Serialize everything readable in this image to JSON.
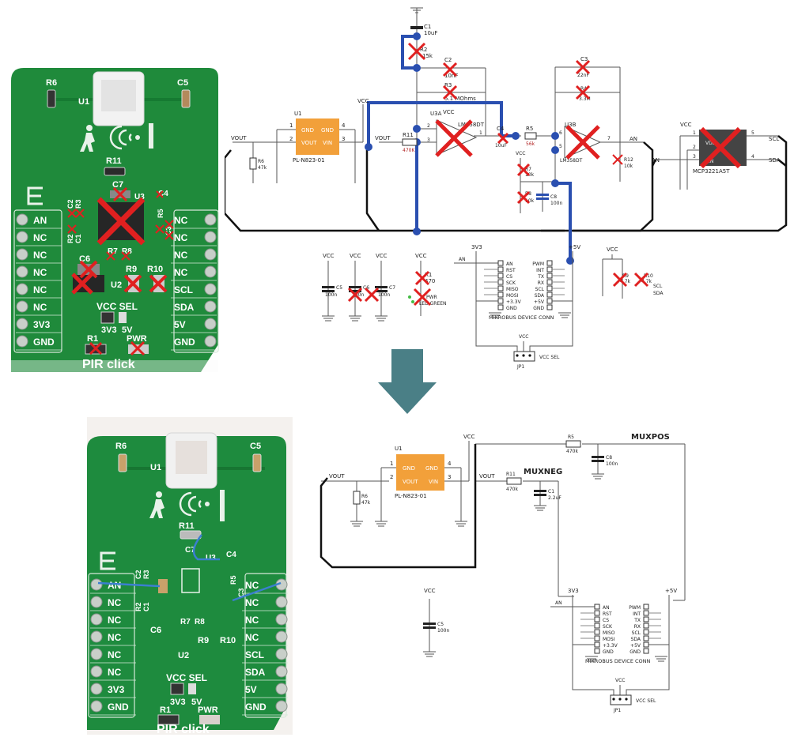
{
  "colors": {
    "pcb_green": "#1f8a3b",
    "pcb_dark": "#16702e",
    "jumper_wire": "#2f56b8",
    "removed_mark": "#e02020",
    "ic_orange": "#f2a03a",
    "arrow": "#4a7f86",
    "pcb_photo_wire": "#3b7fd0"
  },
  "before": {
    "board": {
      "title": "PIR click",
      "top_labels": [
        "R6",
        "U1",
        "C5"
      ],
      "middle_labels": [
        "R11",
        "C7",
        "U3",
        "C4",
        "R5",
        "C3",
        "C2",
        "R3",
        "R2",
        "C1",
        "C6",
        "R7",
        "R8",
        "R9",
        "R10",
        "U2"
      ],
      "vcc_sel": "VCC SEL",
      "vcc_options": [
        "3V3",
        "5V"
      ],
      "bottom_labels": [
        "R1",
        "PWR"
      ],
      "left_pins": [
        "AN",
        "NC",
        "NC",
        "NC",
        "NC",
        "NC",
        "3V3",
        "GND"
      ],
      "right_pins": [
        "NC",
        "NC",
        "NC",
        "NC",
        "SCL",
        "SDA",
        "5V",
        "GND"
      ],
      "removed_components": [
        "C2",
        "R3",
        "R2",
        "U3",
        "C7",
        "C4",
        "R5",
        "C3",
        "R7",
        "R8",
        "C6",
        "U2",
        "R9",
        "R10",
        "R1",
        "PWR"
      ]
    },
    "schematic": {
      "sensor": {
        "ref": "U1",
        "part": "PL-N823-01",
        "pins": [
          {
            "num": "1",
            "name": "GND"
          },
          {
            "num": "2",
            "name": "VOUT"
          },
          {
            "num": "4",
            "name": "GND"
          },
          {
            "num": "3",
            "name": "VIN"
          }
        ]
      },
      "net_labels": {
        "vout": "VOUT",
        "vcc": "VCC",
        "an": "AN",
        "scl": "SCL",
        "sda": "SDA",
        "v3v3": "3V3",
        "v5": "+5V"
      },
      "r6": {
        "ref": "R6",
        "value": "47k"
      },
      "c1": {
        "ref": "C1",
        "value": "10uF"
      },
      "r2": {
        "ref": "R2",
        "value": "15k"
      },
      "c2": {
        "ref": "C2",
        "value": "10nF"
      },
      "r3": {
        "ref": "R3",
        "value": "5.1 MOhms"
      },
      "u3a": {
        "ref": "U3A",
        "part": "LM358DT",
        "pins": [
          "2",
          "3",
          "1"
        ]
      },
      "r11": {
        "ref": "R11",
        "value": "470K"
      },
      "c4": {
        "ref": "C4",
        "value": "10uF"
      },
      "r5": {
        "ref": "R5",
        "value": "56k"
      },
      "r7": {
        "ref": "R7",
        "value": "10k"
      },
      "r8": {
        "ref": "R8",
        "value": "10k"
      },
      "c8": {
        "ref": "C8",
        "value": "100n"
      },
      "c3": {
        "ref": "C3",
        "value": "22nF"
      },
      "r4": {
        "ref": "R4",
        "value": "3.3M"
      },
      "u3b": {
        "ref": "U3B",
        "part": "LM358DT",
        "pins": [
          "6",
          "5",
          "7"
        ]
      },
      "r12": {
        "ref": "R12",
        "value": "10k"
      },
      "adc": {
        "ref": "U2",
        "part": "MCP3221A5T",
        "pins": [
          "1",
          "2",
          "3",
          "5",
          "4"
        ],
        "labels": [
          "VDD",
          "VSS",
          "AIN",
          "SCL",
          "SDA"
        ]
      },
      "decoupling": [
        {
          "ref": "C5",
          "value": "100n"
        },
        {
          "ref": "C6",
          "value": "100n"
        },
        {
          "ref": "C7",
          "value": "100n"
        }
      ],
      "r1": {
        "ref": "R1",
        "value": "470"
      },
      "led": {
        "ref": "PWR",
        "value": "LED GREEN"
      },
      "r9": {
        "ref": "R9",
        "value": "4.7k"
      },
      "r10": {
        "ref": "R10",
        "value": "4.7k"
      },
      "mikrobus": {
        "title": "MIKROBUS DEVICE CONN",
        "left": [
          "AN",
          "RST",
          "CS",
          "SCK",
          "MISO",
          "MOSI",
          "+3.3V",
          "GND"
        ],
        "right": [
          "PWM",
          "INT",
          "TX",
          "RX",
          "SCL",
          "SDA",
          "+5V",
          "GND"
        ]
      },
      "jumper": {
        "ref": "JP1",
        "label": "VCC SEL",
        "net": "VCC"
      }
    }
  },
  "after": {
    "board": {
      "title": "PIR click",
      "top_labels": [
        "R6",
        "U1",
        "C5"
      ],
      "middle_labels": [
        "R11",
        "C7",
        "U3",
        "C4",
        "R5",
        "C3",
        "C2",
        "R3",
        "R2",
        "C1",
        "C6",
        "R7",
        "R8",
        "R9",
        "R10",
        "U2"
      ],
      "vcc_sel": "VCC SEL",
      "vcc_options": [
        "3V3",
        "5V"
      ],
      "bottom_labels": [
        "R1",
        "PWR"
      ],
      "left_pins": [
        "AN",
        "NC",
        "NC",
        "NC",
        "NC",
        "NC",
        "3V3",
        "GND"
      ],
      "right_pins": [
        "NC",
        "NC",
        "NC",
        "NC",
        "SCL",
        "SDA",
        "5V",
        "GND"
      ]
    },
    "schematic": {
      "sensor": {
        "ref": "U1",
        "part": "PL-N823-01",
        "pins": [
          {
            "num": "1",
            "name": "GND"
          },
          {
            "num": "2",
            "name": "VOUT"
          },
          {
            "num": "4",
            "name": "GND"
          },
          {
            "num": "3",
            "name": "VIN"
          }
        ]
      },
      "net_labels": {
        "vout": "VOUT",
        "vcc": "VCC",
        "an": "AN",
        "v3v3": "3V3",
        "v5": "+5V"
      },
      "r6": {
        "ref": "R6",
        "value": "47k"
      },
      "r11": {
        "ref": "R11",
        "value": "470k"
      },
      "c1": {
        "ref": "C1",
        "value": "2.2uF"
      },
      "r5": {
        "ref": "R5",
        "value": "470k"
      },
      "c8": {
        "ref": "C8",
        "value": "100n"
      },
      "c5": {
        "ref": "C5",
        "value": "100n"
      },
      "muxneg": "MUXNEG",
      "muxpos": "MUXPOS",
      "mikrobus": {
        "title": "MIKROBUS DEVICE CONN",
        "left": [
          "AN",
          "RST",
          "CS",
          "SCK",
          "MISO",
          "MOSI",
          "+3.3V",
          "GND"
        ],
        "right": [
          "PWM",
          "INT",
          "TX",
          "RX",
          "SCL",
          "SDA",
          "+5V",
          "GND"
        ]
      },
      "jumper": {
        "ref": "JP1",
        "label": "VCC SEL",
        "net": "VCC"
      }
    }
  },
  "arrow": {
    "icon": "arrow-down-icon"
  }
}
